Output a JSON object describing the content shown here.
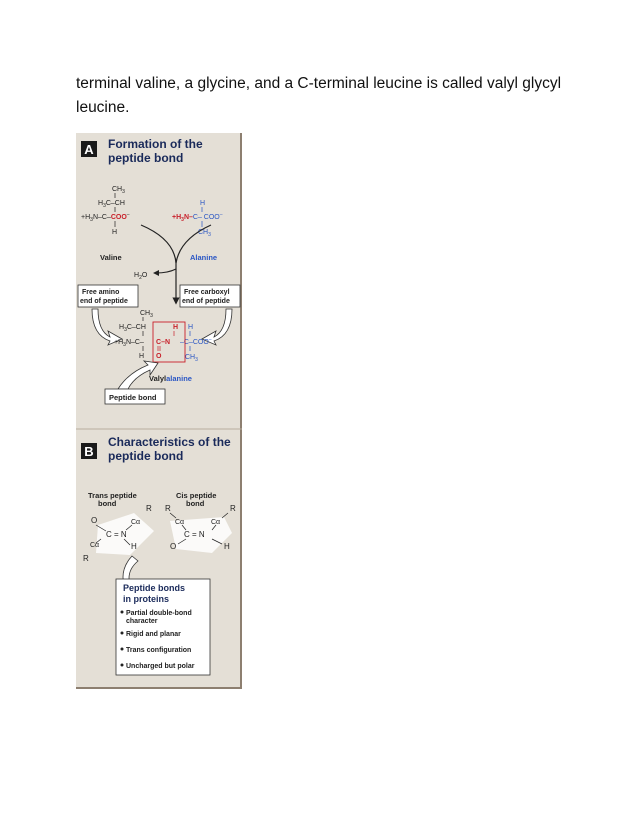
{
  "text": {
    "line1": "terminal valine, a glycine, and a C-terminal leucine is called valyl glycyl",
    "line2": "leucine."
  },
  "figure": {
    "panel_a": {
      "letter": "A",
      "title_line1": "Formation of the",
      "title_line2": "peptide bond",
      "valine": {
        "ch3": "CH",
        "ch3_sub": "3",
        "h3c": "H",
        "h3c_sub": "3",
        "h3c_rest": "C–CH",
        "amine": "+H",
        "amine_sub": "3",
        "amine_rest": "N–C–",
        "coo": "COO",
        "coo_charge": "–",
        "h": "H",
        "name": "Valine"
      },
      "alanine": {
        "h": "H",
        "amine": "+H",
        "amine_sub": "3",
        "amine_rest": "N–",
        "c_coo": "C– COO",
        "coo_charge": "–",
        "ch3": "CH",
        "ch3_sub": "3",
        "name": "Alanine"
      },
      "water": "H",
      "water_sub": "2",
      "water_rest": "O",
      "free_amino_line1": "Free amino",
      "free_amino_line2": "end of peptide",
      "free_carboxyl_line1": "Free carboxyl",
      "free_carboxyl_line2": "end of peptide",
      "dipeptide": {
        "ch3_top": "CH",
        "ch3_top_sub": "3",
        "h3c_ch": "H",
        "h3c_ch_sub": "3",
        "h3c_ch_rest": "C–CH",
        "bond_h": "H",
        "right_h": "H",
        "amine": "+H",
        "amine_sub": "3",
        "amine_rest": "N–C–",
        "bond_c": "C",
        "bond_dash": "–",
        "bond_n": "N",
        "right_c_coo": "–C–COO",
        "coo_charge": "–",
        "left_h": "H",
        "bond_o": "O",
        "ch3_bottom": "CH",
        "ch3_bottom_sub": "3",
        "name_prefix": "Valyl",
        "name_suffix": "alanine"
      },
      "peptide_bond": "Peptide bond"
    },
    "panel_b": {
      "letter": "B",
      "title_line1": "Characteristics of the",
      "title_line2": "peptide bond",
      "trans_line1": "Trans peptide",
      "trans_line2": "bond",
      "cis_line1": "Cis peptide",
      "cis_line2": "bond",
      "trans": {
        "o": "O",
        "ca1": "Cα",
        "cn": "C = N",
        "ca2": "Cα",
        "h": "H",
        "r_top": "R",
        "r_bottom": "R"
      },
      "cis": {
        "r1": "R",
        "r2": "R",
        "ca1": "Cα",
        "ca2": "Cα",
        "cn": "C = N",
        "o": "O",
        "h": "H"
      },
      "box_title_line1": "Peptide bonds",
      "box_title_line2": "in proteins",
      "bullets": [
        "Partial double-bond",
        "character",
        "Rigid and planar",
        "Trans configuration",
        "Uncharged but polar"
      ]
    }
  },
  "colors": {
    "panel_bg": "#e4dfd6",
    "red": "#c8202a",
    "blue": "#2a56c4",
    "box_bg": "#ffffff",
    "letter_bg": "#1a1a1a"
  }
}
